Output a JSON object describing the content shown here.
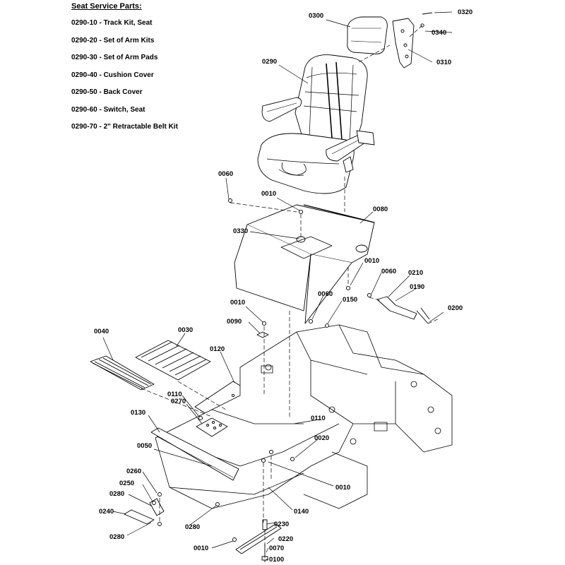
{
  "legend": {
    "title": "Seat Service Parts:",
    "items": [
      "0290-10 - Track Kit, Seat",
      "0290-20 - Set of Arm Kits",
      "0290-30 - Set of Arm Pads",
      "0290-40 - Cushion Cover",
      "0290-50 - Back Cover",
      "0290-60 - Switch, Seat",
      "0290-70 - 2\" Retractable Belt Kit"
    ]
  },
  "callouts": {
    "c0300": "0300",
    "c0320": "0320",
    "c0340": "0340",
    "c0310": "0310",
    "c0290": "0290",
    "c0060a": "0060",
    "c0010a": "0010",
    "c0080": "0080",
    "c0330": "0330",
    "c0010b": "0010",
    "c0060b": "0060",
    "c0210": "0210",
    "c0190": "0190",
    "c0060c": "0060",
    "c0150": "0150",
    "c0200": "0200",
    "c0010c": "0010",
    "c0090": "0090",
    "c0040": "0040",
    "c0030": "0030",
    "c0120": "0120",
    "c0110a": "0110",
    "c0270": "0270",
    "c0130": "0130",
    "c0110b": "0110",
    "c0050": "0050",
    "c0020": "0020",
    "c0010d": "0010",
    "c0260": "0260",
    "c0250": "0250",
    "c0280a": "0280",
    "c0240": "0240",
    "c0280b": "0280",
    "c0280c": "0280",
    "c0140": "0140",
    "c0230": "0230",
    "c0220": "0220",
    "c0010e": "0010",
    "c0070": "0070",
    "c0100": "0100"
  }
}
